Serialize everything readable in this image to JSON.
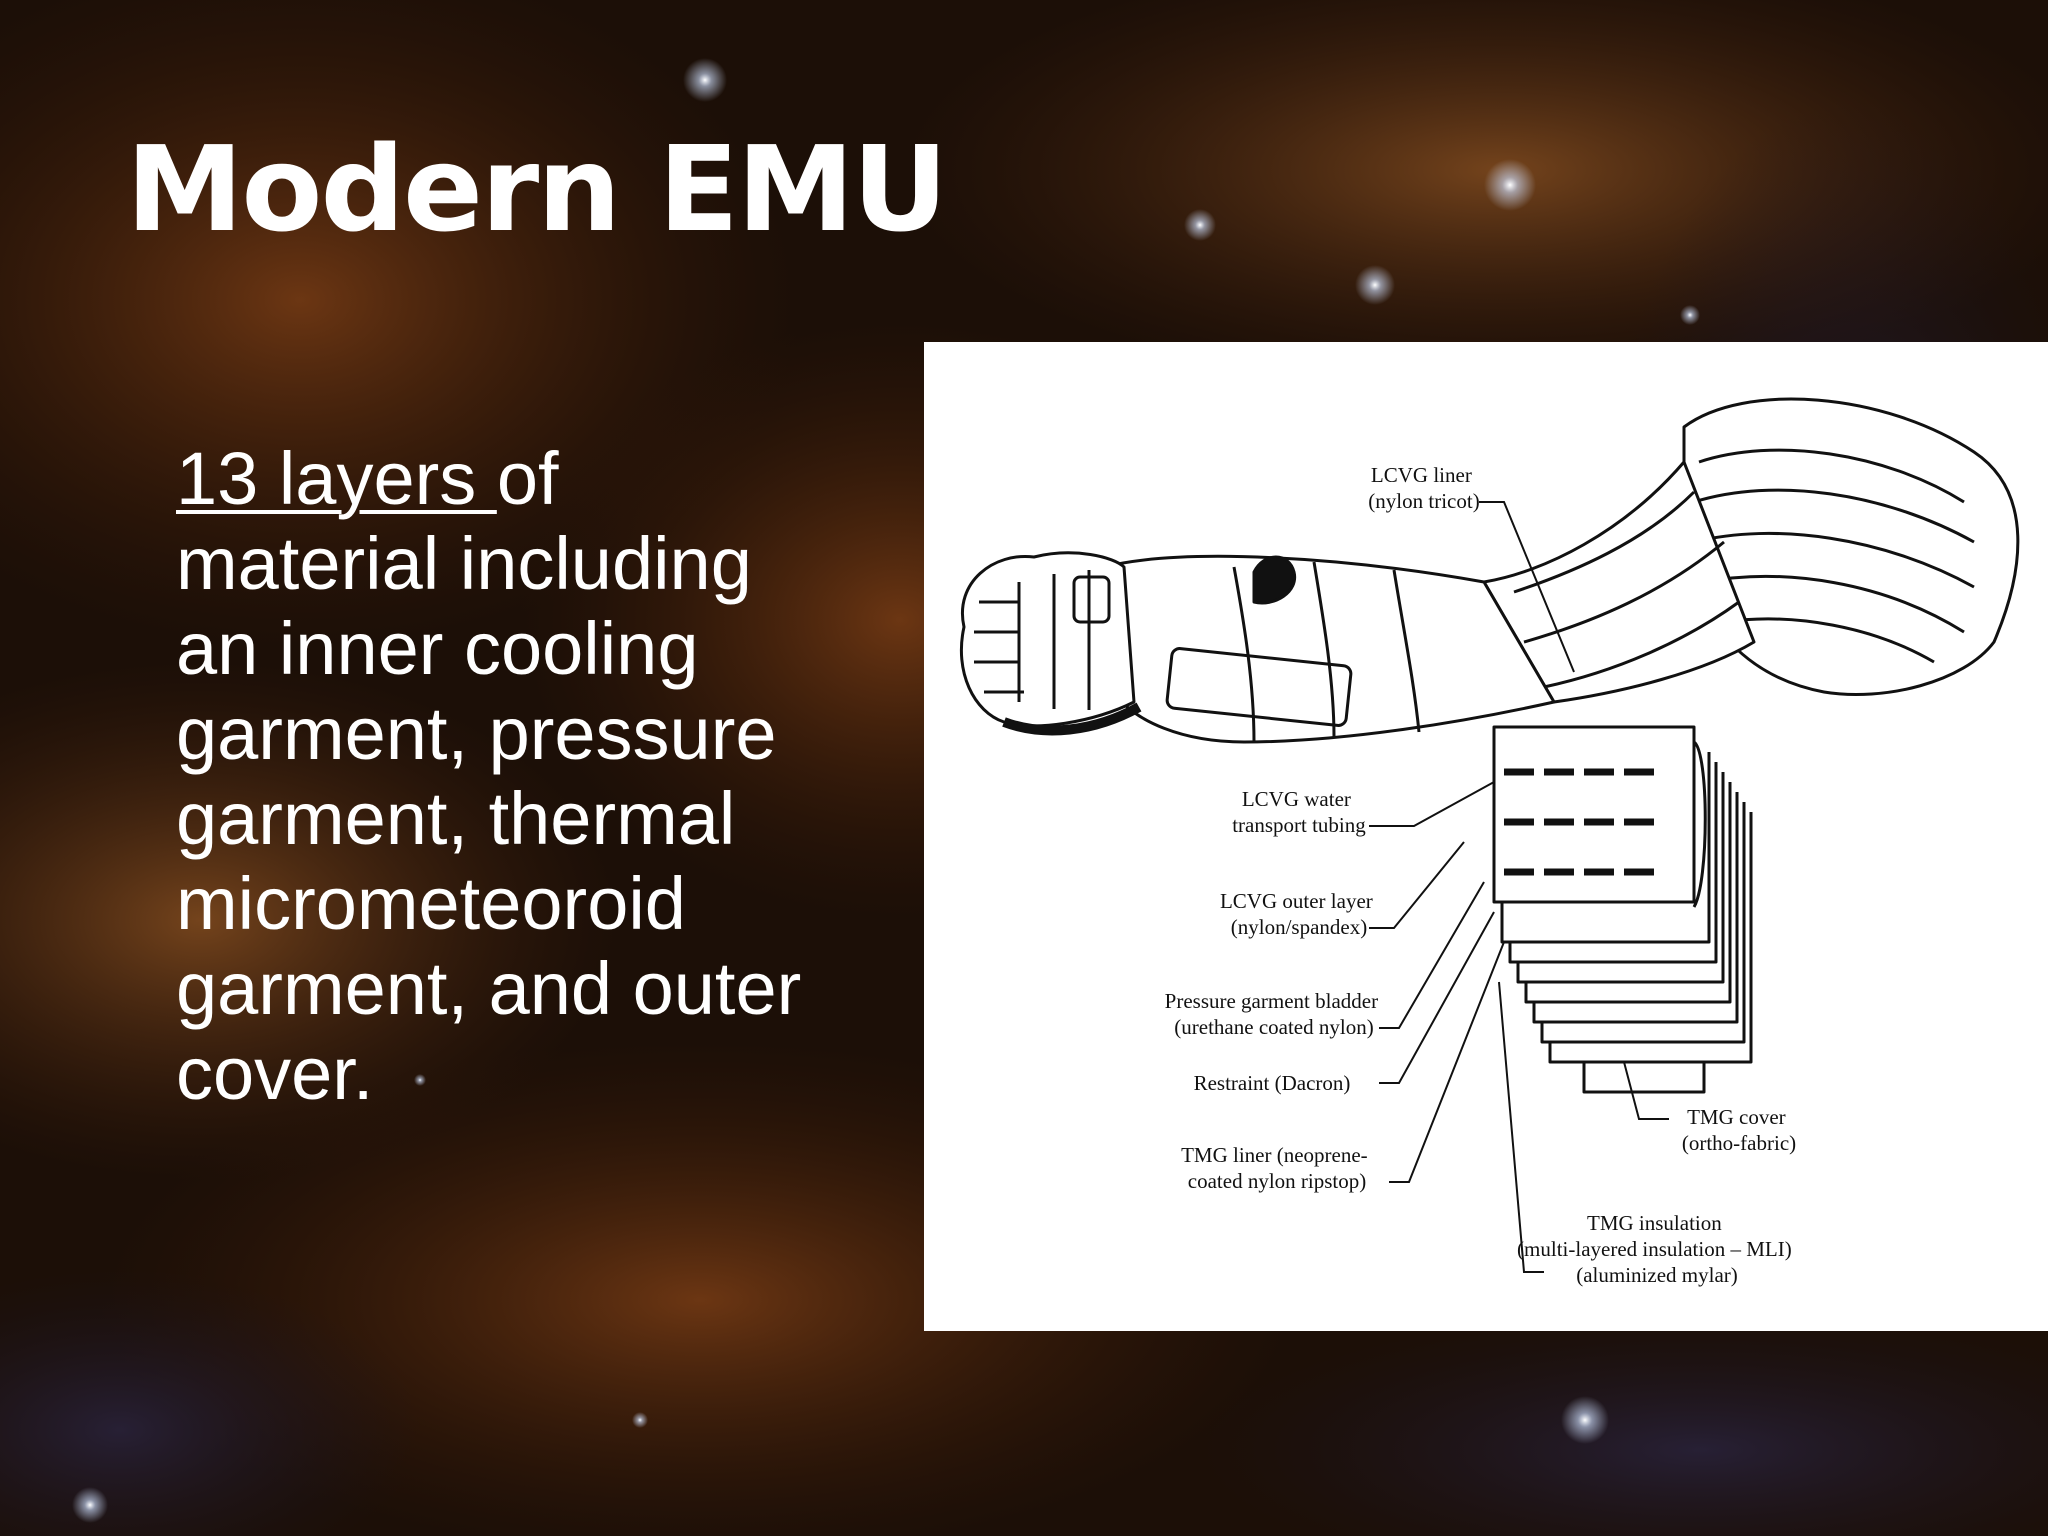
{
  "slide": {
    "title": "Modern EMU",
    "body": {
      "underlined": "13 layers ",
      "lines": [
        "of",
        "material including",
        "an inner cooling",
        "garment, pressure",
        "garment, thermal",
        "micrometeoroid",
        "garment, and outer",
        "cover."
      ]
    },
    "background": "space-nebula",
    "colors": {
      "title": "#ffffff",
      "body": "#ffffff",
      "panel": "#ffffff"
    }
  },
  "diagram": {
    "icon": "spacesuit-arm-cross-section",
    "labels": {
      "lcvg_liner": [
        "LCVG liner",
        "(nylon tricot)"
      ],
      "lcvg_water": [
        "LCVG water",
        "transport tubing"
      ],
      "lcvg_outer": [
        "LCVG outer layer",
        "(nylon/spandex)"
      ],
      "bladder": [
        "Pressure garment bladder",
        "(urethane coated nylon)"
      ],
      "restraint": [
        "Restraint (Dacron)"
      ],
      "tmg_liner": [
        "TMG liner (neoprene-",
        "coated nylon ripstop)"
      ],
      "tmg_cover": [
        "TMG cover",
        "(ortho-fabric)"
      ],
      "tmg_insulation": [
        "TMG insulation",
        "(multi-layered insulation – MLI)",
        "(aluminized mylar)"
      ]
    }
  }
}
